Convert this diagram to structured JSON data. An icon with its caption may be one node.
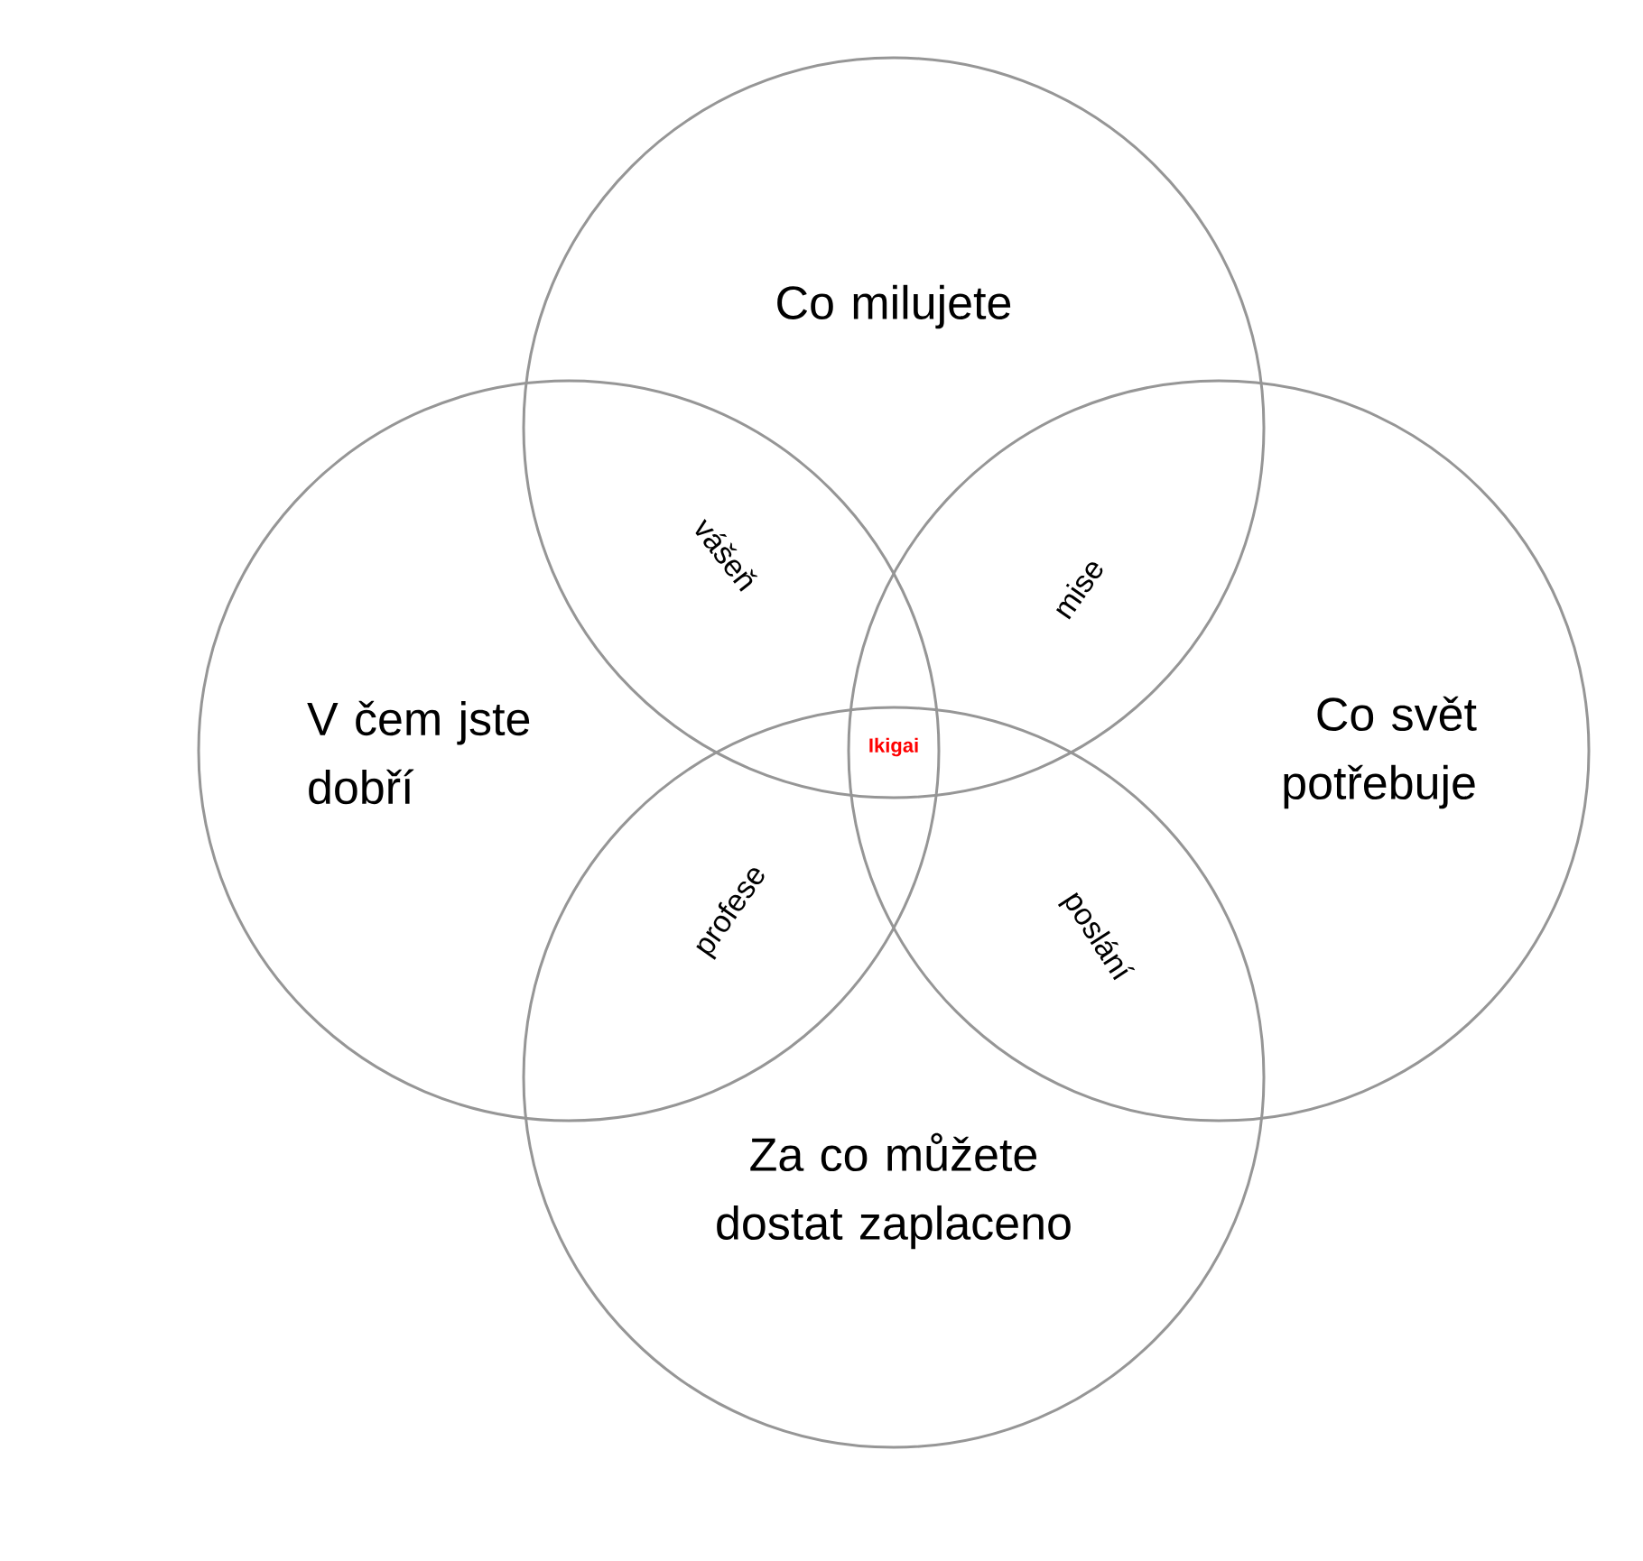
{
  "diagram": {
    "nodes": [
      {
        "text": [
          "Co milujete"
        ]
      },
      {
        "text": [
          "V čem jste dobří"
        ]
      },
      {
        "text": [
          "Co svět potřebuje"
        ]
      },
      {
        "text": [
          "Za co můžete dostat zaplaceno"
        ]
      }
    ],
    "labels": [
      "vášeň",
      "mise",
      "Ikigai",
      "profese",
      "poslání"
    ]
  }
}
